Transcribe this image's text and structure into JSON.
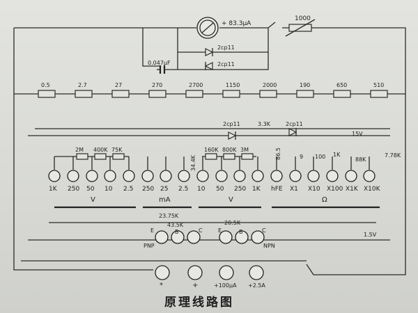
{
  "meter": {
    "label": "83.3μA"
  },
  "adjust_resistor": {
    "label": "1000"
  },
  "diodes": {
    "d1": "2cp11",
    "d2": "2cp11",
    "d3": "2cp11",
    "d4": "2cp11"
  },
  "capacitor": {
    "label": "0.047μF"
  },
  "divider_chain": [
    "0.5",
    "2.7",
    "27",
    "270",
    "2700",
    "1150",
    "2000",
    "190",
    "650",
    "510"
  ],
  "voltage_chain": [
    "2M",
    "400K",
    "75K"
  ],
  "voltage_chain2": [
    "160K",
    "800K",
    "3M"
  ],
  "misc_labels": {
    "r34k": "34.4K",
    "r33k": "3.3K",
    "r86": "86.5",
    "r9": "9",
    "r100": "100",
    "r1k": "1K",
    "r88k": "88K",
    "r778k": "7.78K",
    "batt15": "15V",
    "batt15b": "1.5V",
    "r2375": "23.75K",
    "r435": "43.5K",
    "r205": "20.5K"
  },
  "terminals": [
    "1K",
    "250",
    "50",
    "10",
    "2.5",
    "250",
    "25",
    "2.5",
    "10",
    "50",
    "250",
    "1K",
    "hFE",
    "X1",
    "X10",
    "X100",
    "X1K",
    "X10K"
  ],
  "group_labels": {
    "v_ac": "V",
    "ma": "mA",
    "v_dc": "V",
    "ohm": "Ω"
  },
  "transistor": {
    "pnp": "PNP",
    "npn": "NPN",
    "e1": "E",
    "b1": "B",
    "c1": "C",
    "e2": "E",
    "b2": "B",
    "c2": "C"
  },
  "jacks": [
    "*",
    "+",
    "+100μA",
    "+2.5A"
  ],
  "caption": "原理线路图"
}
